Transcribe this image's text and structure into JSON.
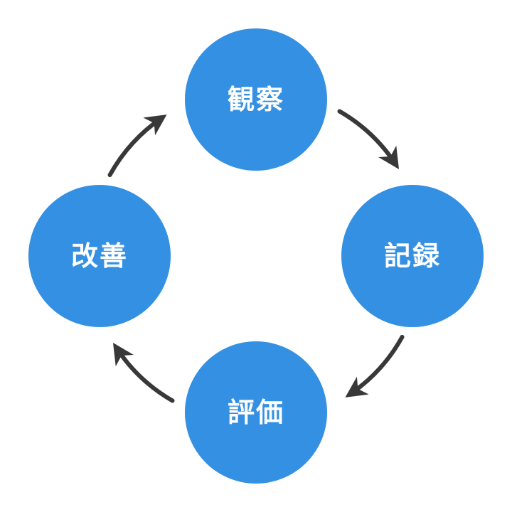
{
  "diagram": {
    "type": "cycle",
    "nodes": [
      {
        "id": "top",
        "label": "観察"
      },
      {
        "id": "right",
        "label": "記録"
      },
      {
        "id": "bottom",
        "label": "評価"
      },
      {
        "id": "left",
        "label": "改善"
      }
    ],
    "edges": [
      {
        "from": "top",
        "to": "right",
        "direction": "clockwise"
      },
      {
        "from": "right",
        "to": "bottom",
        "direction": "clockwise"
      },
      {
        "from": "bottom",
        "to": "left",
        "direction": "clockwise"
      },
      {
        "from": "left",
        "to": "top",
        "direction": "clockwise"
      }
    ],
    "colors": {
      "node_fill": "#3490E2",
      "node_text": "#FFFFFF",
      "arrow": "#383838",
      "background": "#FFFFFF"
    }
  }
}
